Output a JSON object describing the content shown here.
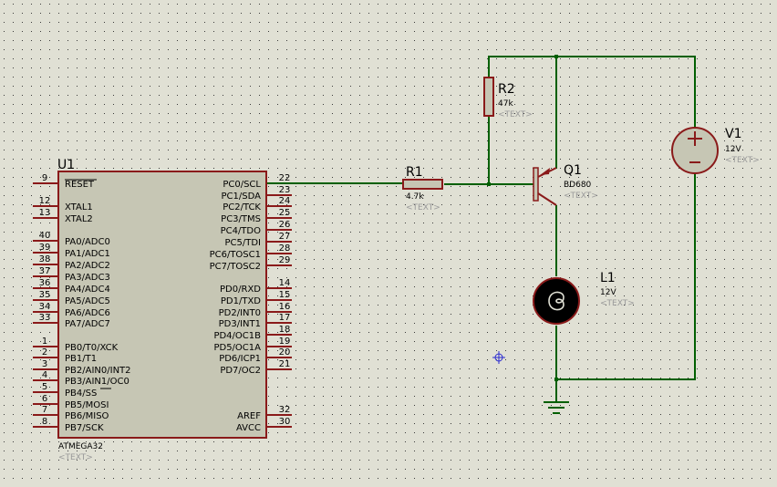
{
  "u1": {
    "ref": "U1",
    "part": "ATMEGA32",
    "text_tag": "<TEXT>",
    "left_pins": [
      {
        "num": "9",
        "name": "RESET"
      },
      {
        "num": "12",
        "name": "XTAL1"
      },
      {
        "num": "13",
        "name": "XTAL2"
      },
      {
        "num": "40",
        "name": "PA0/ADC0"
      },
      {
        "num": "39",
        "name": "PA1/ADC1"
      },
      {
        "num": "38",
        "name": "PA2/ADC2"
      },
      {
        "num": "37",
        "name": "PA3/ADC3"
      },
      {
        "num": "36",
        "name": "PA4/ADC4"
      },
      {
        "num": "35",
        "name": "PA5/ADC5"
      },
      {
        "num": "34",
        "name": "PA6/ADC6"
      },
      {
        "num": "33",
        "name": "PA7/ADC7"
      },
      {
        "num": "1",
        "name": "PB0/T0/XCK"
      },
      {
        "num": "2",
        "name": "PB1/T1"
      },
      {
        "num": "3",
        "name": "PB2/AIN0/INT2"
      },
      {
        "num": "4",
        "name": "PB3/AIN1/OC0"
      },
      {
        "num": "5",
        "name": "PB4/SS"
      },
      {
        "num": "6",
        "name": "PB5/MOSI"
      },
      {
        "num": "7",
        "name": "PB6/MISO"
      },
      {
        "num": "8",
        "name": "PB7/SCK"
      }
    ],
    "right_pins": [
      {
        "num": "22",
        "name": "PC0/SCL"
      },
      {
        "num": "23",
        "name": "PC1/SDA"
      },
      {
        "num": "24",
        "name": "PC2/TCK"
      },
      {
        "num": "25",
        "name": "PC3/TMS"
      },
      {
        "num": "26",
        "name": "PC4/TDO"
      },
      {
        "num": "27",
        "name": "PC5/TDI"
      },
      {
        "num": "28",
        "name": "PC6/TOSC1"
      },
      {
        "num": "29",
        "name": "PC7/TOSC2"
      },
      {
        "num": "14",
        "name": "PD0/RXD"
      },
      {
        "num": "15",
        "name": "PD1/TXD"
      },
      {
        "num": "16",
        "name": "PD2/INT0"
      },
      {
        "num": "17",
        "name": "PD3/INT1"
      },
      {
        "num": "18",
        "name": "PD4/OC1B"
      },
      {
        "num": "19",
        "name": "PD5/OC1A"
      },
      {
        "num": "20",
        "name": "PD6/ICP1"
      },
      {
        "num": "21",
        "name": "PD7/OC2"
      },
      {
        "num": "32",
        "name": "AREF"
      },
      {
        "num": "30",
        "name": "AVCC"
      }
    ]
  },
  "r1": {
    "ref": "R1",
    "value": "4.7k",
    "text_tag": "<TEXT>"
  },
  "r2": {
    "ref": "R2",
    "value": "47k",
    "text_tag": "<TEXT>"
  },
  "q1": {
    "ref": "Q1",
    "value": "BD680",
    "text_tag": "<TEXT>"
  },
  "v1": {
    "ref": "V1",
    "value": "12V",
    "text_tag": "<TEXT>"
  },
  "l1": {
    "ref": "L1",
    "value": "12V",
    "text_tag": "<TEXT>"
  },
  "colors": {
    "background": "#e0e0d4",
    "grid_dot": "#3a3a3a",
    "wire": "#005f00",
    "component": "#8a1a1a",
    "chip_fill": "#c6c6b4",
    "lamp_fill": "#000000"
  }
}
